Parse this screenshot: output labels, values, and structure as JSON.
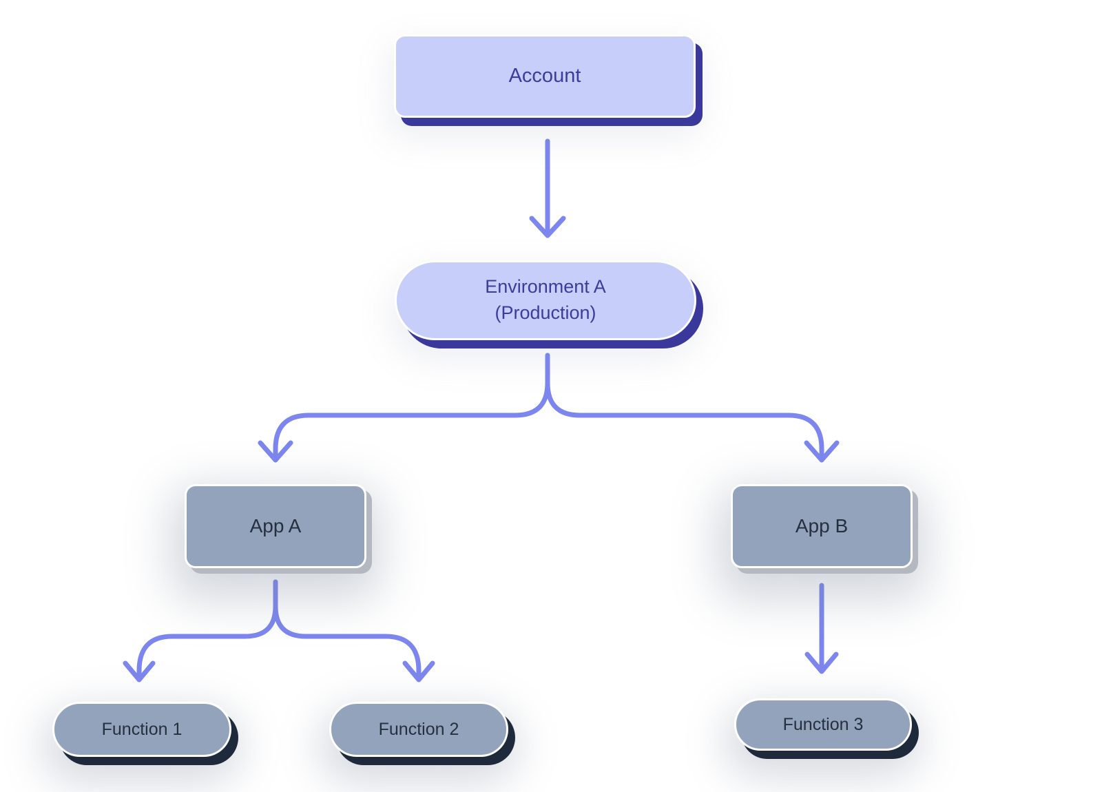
{
  "diagram": {
    "type": "hierarchy-tree",
    "nodes": [
      {
        "id": "account",
        "label": "Account",
        "shape": "rounded-rectangle",
        "variant": "indigo"
      },
      {
        "id": "environment-a",
        "label": "Environment A (Production)",
        "lines": [
          "Environment A",
          "(Production)"
        ],
        "shape": "pill",
        "variant": "indigo"
      },
      {
        "id": "app-a",
        "label": "App A",
        "shape": "rounded-rectangle",
        "variant": "slate"
      },
      {
        "id": "app-b",
        "label": "App B",
        "shape": "rounded-rectangle",
        "variant": "slate"
      },
      {
        "id": "function-1",
        "label": "Function 1",
        "shape": "pill",
        "variant": "slate"
      },
      {
        "id": "function-2",
        "label": "Function 2",
        "shape": "pill",
        "variant": "slate"
      },
      {
        "id": "function-3",
        "label": "Function 3",
        "shape": "pill",
        "variant": "slate"
      }
    ],
    "edges": [
      {
        "from": "account",
        "to": "environment-a"
      },
      {
        "from": "environment-a",
        "to": "app-a"
      },
      {
        "from": "environment-a",
        "to": "app-b"
      },
      {
        "from": "app-a",
        "to": "function-1"
      },
      {
        "from": "app-a",
        "to": "function-2"
      },
      {
        "from": "app-b",
        "to": "function-3"
      }
    ],
    "colors": {
      "node_fill_indigo": "#C7CEFA",
      "node_shadow_indigo": "#3A399B",
      "node_text_indigo": "#3A3D9E",
      "node_fill_slate": "#94A3BC",
      "node_shadow_slate_dark": "#1E2A3C",
      "node_shadow_slate_gray": "#B4B8C1",
      "node_text_slate": "#25303F",
      "connector": "#7C86EE",
      "node_border": "#FFFFFF",
      "canvas_bg": "#FFFFFF"
    }
  }
}
